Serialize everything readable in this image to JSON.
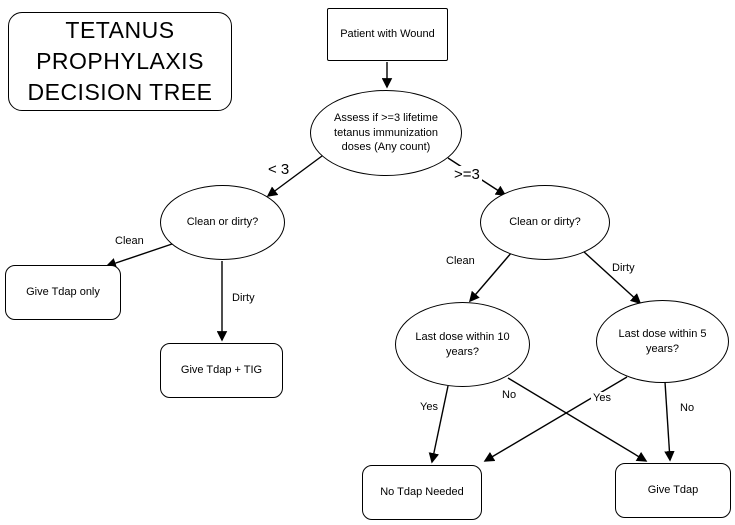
{
  "title": "TETANUS PROPHYLAXIS DECISION TREE",
  "nodes": {
    "patient": "Patient with Wound",
    "assess": "Assess if >=3 lifetime tetanus immunization doses (Any count)",
    "clean_dirty_left": "Clean or dirty?",
    "clean_dirty_right": "Clean or dirty?",
    "give_tdap_only": "Give Tdap only",
    "give_tdap_tig": "Give Tdap + TIG",
    "last_dose_10": "Last dose within 10 years?",
    "last_dose_5": "Last dose within 5 years?",
    "no_tdap_needed": "No Tdap Needed",
    "give_tdap": "Give Tdap"
  },
  "edge_labels": {
    "lt3": "< 3",
    "gte3": ">=3",
    "clean_left": "Clean",
    "dirty_left": "Dirty",
    "clean_right": "Clean",
    "dirty_right": "Dirty",
    "yes_10": "Yes",
    "no_10": "No",
    "yes_5": "Yes",
    "no_5": "No"
  },
  "colors": {
    "stroke": "#000000",
    "background": "#ffffff",
    "text": "#000000"
  }
}
